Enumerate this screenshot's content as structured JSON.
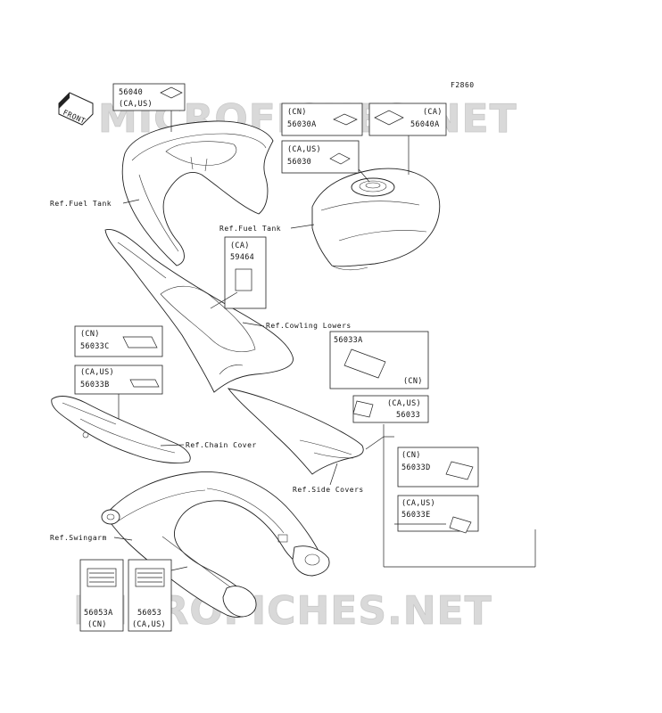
{
  "figure_code": "F2860",
  "front_arrow": "FRONT",
  "watermark": "MICROFICHES.NET",
  "callouts": {
    "c56040": {
      "line1": "56040",
      "line2": "(CA,US)"
    },
    "c56030A": {
      "line1": "(CN)",
      "line2": "56030A"
    },
    "c56040A": {
      "line1": "(CA)",
      "line2": "56040A"
    },
    "c56030": {
      "line1": "(CA,US)",
      "line2": "56030"
    },
    "c59464": {
      "line1": "(CA)",
      "line2": "59464"
    },
    "c56033C": {
      "line1": "(CN)",
      "line2": "56033C"
    },
    "c56033B": {
      "line1": "(CA,US)",
      "line2": "56033B"
    },
    "c56033A": {
      "line1": "56033A",
      "line2": "(CN)"
    },
    "c56033": {
      "line1": "(CA,US)",
      "line2": "56033"
    },
    "c56033D": {
      "line1": "(CN)",
      "line2": "56033D"
    },
    "c56033E": {
      "line1": "(CA,US)",
      "line2": "56033E"
    },
    "c56053A": {
      "line1": "56053A",
      "line2": "(CN)"
    },
    "c56053": {
      "line1": "56053",
      "line2": "(CA,US)"
    }
  },
  "refs": {
    "fuel_tank_left": "Ref.Fuel Tank",
    "fuel_tank_right": "Ref.Fuel Tank",
    "cowling_lowers": "Ref.Cowling Lowers",
    "chain_cover": "Ref.Chain Cover",
    "side_covers": "Ref.Side Covers",
    "swingarm": "Ref.Swingarm"
  }
}
